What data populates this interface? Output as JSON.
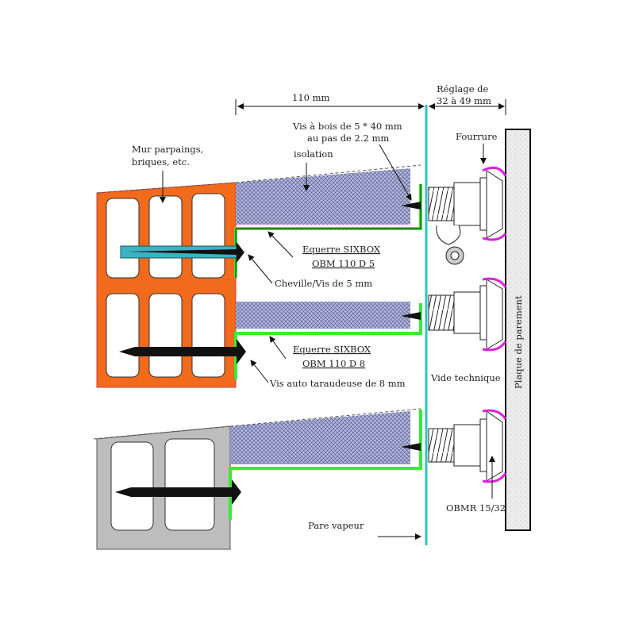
{
  "labels": {
    "dim_110": "110 mm",
    "reglage_line1": "Réglage de",
    "reglage_line2": "32 à 49 mm",
    "vis_bois_line1": "Vis à bois de 5 * 40 mm",
    "vis_bois_line2": "au pas de 2.2 mm",
    "fourrure": "Fourrure",
    "isolation": "isolation",
    "mur_line1": "Mur parpaings,",
    "mur_line2": "briques, etc.",
    "equerre1_line1": "Equerre SIXBOX",
    "equerre1_line2": "OBM 110 D 5",
    "cheville": "Cheville/Vis de 5 mm",
    "equerre2_line1": "Equerre SIXBOX",
    "equerre2_line2": "OBM 110 D 8",
    "vis_auto": "Vis auto taraudeuse de 8 mm",
    "vide_technique": "Vide technique",
    "plaque": "Plaque de parement",
    "obmr": "OBMR 15/32",
    "pare_vapeur": "Pare vapeur"
  },
  "colors": {
    "brick": "#f26a1b",
    "block": "#c0c0c0",
    "insulation": "#a9aed6",
    "bracket": "#33ee33",
    "vapour_barrier": "#33c3c3",
    "cap": "#e020e0",
    "dowel": "#3bb3c3"
  }
}
